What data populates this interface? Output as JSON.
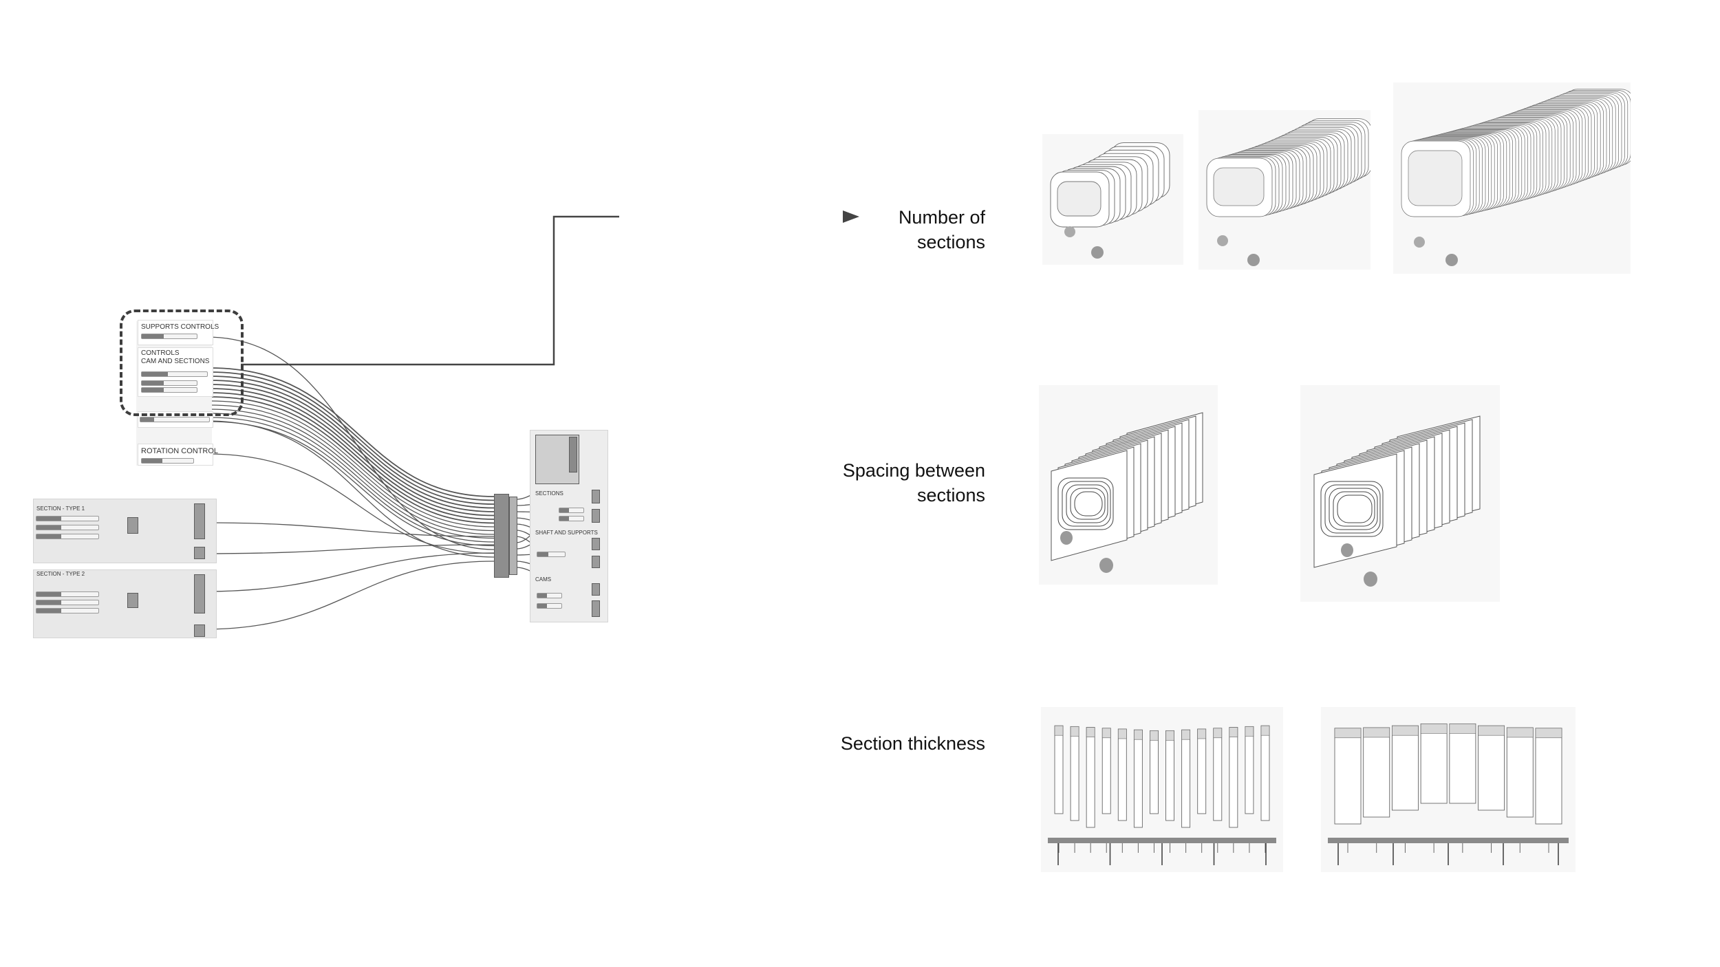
{
  "graph": {
    "controls_group": {
      "supports_controls_title": "SUPPORTS CONTROLS",
      "controls_title_line1": "CONTROLS",
      "controls_title_line2": "CAM AND SECTIONS",
      "rotation_control_title": "ROTATION CONTROL"
    },
    "section_type_1_title": "SECTION - TYPE 1",
    "section_type_2_title": "SECTION - TYPE 2",
    "output_group": {
      "sections_title": "SECTIONS",
      "shaft_supports_title": "SHAFT AND SUPPORTS",
      "cams_title": "CAMS"
    }
  },
  "labels": {
    "number_of_sections": "Number of\nsections",
    "spacing_between_sections": "Spacing between\nsections",
    "section_thickness": "Section thickness"
  },
  "colors": {
    "wire": "#555555",
    "arrow": "#444444",
    "panel": "#e8e8e8",
    "text": "#111111"
  }
}
